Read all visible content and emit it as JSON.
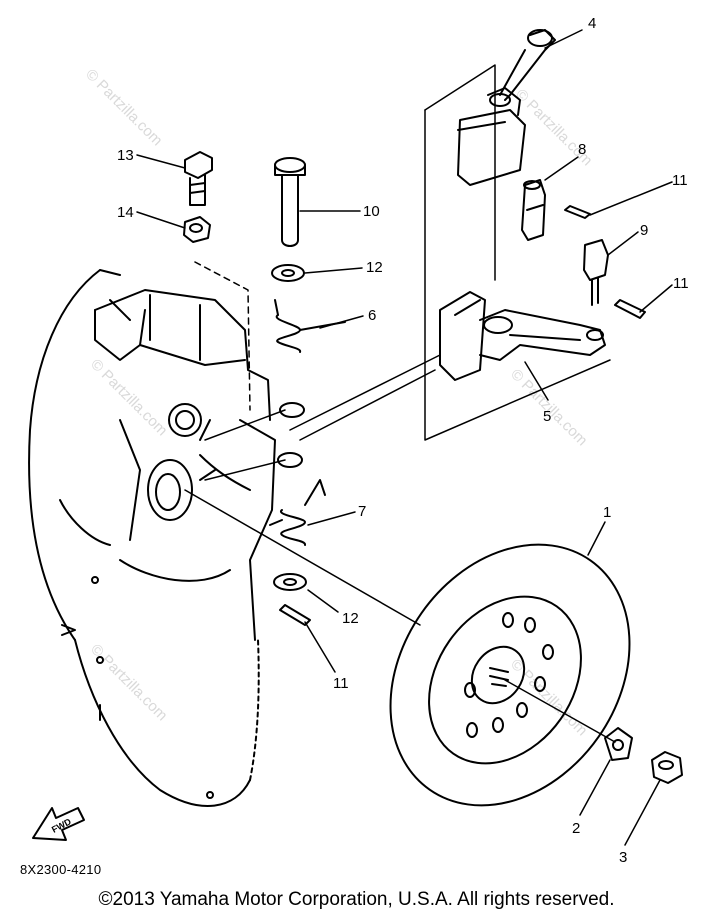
{
  "callouts": {
    "c1": "1",
    "c2": "2",
    "c3": "3",
    "c4": "4",
    "c5": "5",
    "c6": "6",
    "c7": "7",
    "c8": "8",
    "c9": "9",
    "c10": "10",
    "c11a": "11",
    "c11b": "11",
    "c11c": "11",
    "c12a": "12",
    "c12b": "12",
    "c13": "13",
    "c14": "14"
  },
  "fwd_label": "FWD",
  "part_code": "8X2300-4210",
  "copyright": "©2013  Yamaha Motor Corporation, U.S.A. All rights reserved.",
  "watermark": "© Partzilla.com",
  "colors": {
    "ink": "#000000",
    "background": "#ffffff",
    "watermark": "#d9d9d9"
  }
}
